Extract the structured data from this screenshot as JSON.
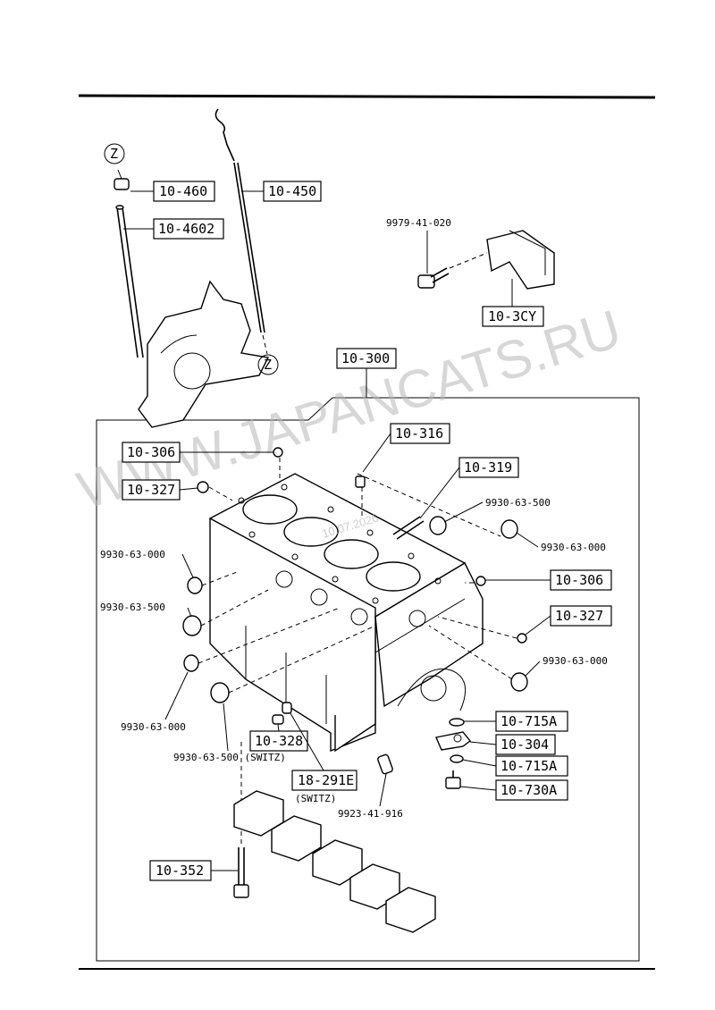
{
  "watermark": {
    "site": "WWW.JAPANCATS.RU",
    "date": "10.07.2026"
  },
  "callouts": {
    "oil_pump_pickup": "10-460",
    "dipstick": "10-450",
    "oil_tube": "10-4602",
    "ref_z_top": "Z",
    "ref_z_bottom": "Z",
    "bolt_9979": "9979-41-020",
    "cover_cy": "10-3CY",
    "cylinder_block": "10-300",
    "plug_306_left": "10-306",
    "plug_327_left": "10-327",
    "plug_316": "10-316",
    "stud_319": "10-319",
    "plug_500_top": "9930-63-500",
    "plug_000_topright": "9930-63-000",
    "plug_000_left": "9930-63-000",
    "plug_500_left": "9930-63-500",
    "plug_306_right": "10-306",
    "plug_327_right": "10-327",
    "plug_000_right": "9930-63-000",
    "plug_000_bottom": "9930-63-000",
    "part_328": "10-328",
    "plug_500_switz": "9930-63-500 (SWITZ)",
    "part_291e": "18-291E",
    "part_291e_note": "(SWITZ)",
    "pin_9923": "9923-41-916",
    "washer_715a_top": "10-715A",
    "bracket_304": "10-304",
    "washer_715a_bottom": "10-715A",
    "bolt_730a": "10-730A",
    "bolt_352": "10-352"
  }
}
